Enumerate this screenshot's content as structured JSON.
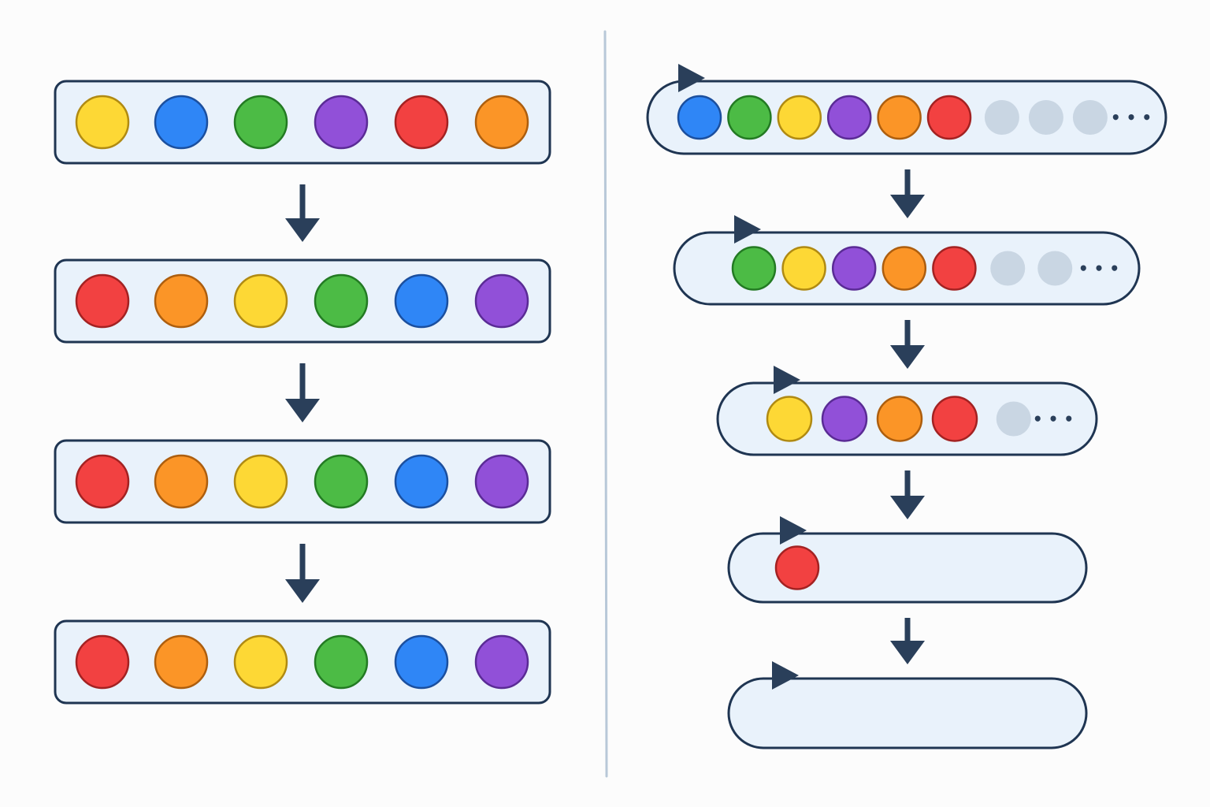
{
  "palette": {
    "yellow": {
      "fill": "#fdd835",
      "stroke": "#b08a12"
    },
    "blue": {
      "fill": "#2f86f6",
      "stroke": "#1b4f9e"
    },
    "green": {
      "fill": "#4cbb45",
      "stroke": "#237a23"
    },
    "purple": {
      "fill": "#9150d8",
      "stroke": "#5a2b95"
    },
    "red": {
      "fill": "#f24141",
      "stroke": "#a32222"
    },
    "orange": {
      "fill": "#fb9527",
      "stroke": "#ad5e0e"
    },
    "empty": {
      "fill": "#c9d6e3",
      "stroke": "#c9d6e3"
    },
    "container_fill": "#e9f2fb",
    "container_stroke": "#1f3552",
    "arrow": "#2a3f5a",
    "divider": "#b8c8d8"
  },
  "left_panel": {
    "rows": [
      {
        "items": [
          "yellow",
          "blue",
          "green",
          "purple",
          "red",
          "orange"
        ]
      },
      {
        "items": [
          "red",
          "orange",
          "yellow",
          "green",
          "blue",
          "purple"
        ]
      },
      {
        "items": [
          "red",
          "orange",
          "yellow",
          "green",
          "blue",
          "purple"
        ]
      },
      {
        "items": [
          "red",
          "orange",
          "yellow",
          "green",
          "blue",
          "purple"
        ]
      }
    ]
  },
  "right_panel": {
    "rows": [
      {
        "items": [
          "blue",
          "green",
          "yellow",
          "purple",
          "orange",
          "red"
        ],
        "placeholders": 3,
        "ellipsis": "• • •"
      },
      {
        "items": [
          "green",
          "yellow",
          "purple",
          "orange",
          "red"
        ],
        "placeholders": 2,
        "ellipsis": "• • •"
      },
      {
        "items": [
          "yellow",
          "purple",
          "orange",
          "red"
        ],
        "placeholders": 1,
        "ellipsis": "• • •"
      },
      {
        "items": [
          "red"
        ],
        "placeholders": 0,
        "ellipsis": ""
      },
      {
        "items": [],
        "placeholders": 0,
        "ellipsis": ""
      }
    ]
  }
}
